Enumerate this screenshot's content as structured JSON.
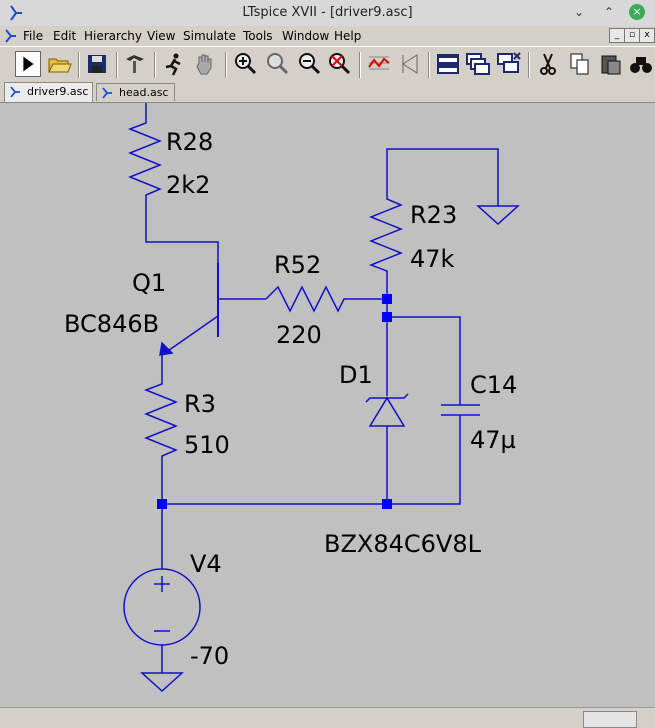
{
  "window": {
    "title": "LTspice XVII - [driver9.asc]",
    "controls": [
      "⌄",
      "⌃",
      "×"
    ]
  },
  "menu": {
    "items": [
      "File",
      "Edit",
      "Hierarchy",
      "View",
      "Simulate",
      "Tools",
      "Window",
      "Help"
    ]
  },
  "tabs": [
    {
      "label": "driver9.asc",
      "active": true
    },
    {
      "label": "head.asc",
      "active": false
    }
  ],
  "schematic": {
    "wire_color": "#1010c8",
    "junction_color": "#0000ff",
    "background": "#c0c0c0",
    "components": {
      "R28": {
        "name": "R28",
        "value": "2k2"
      },
      "Q1": {
        "name": "Q1",
        "value": "BC846B"
      },
      "R52": {
        "name": "R52",
        "value": "220"
      },
      "R23": {
        "name": "R23",
        "value": "47k"
      },
      "R3": {
        "name": "R3",
        "value": "510"
      },
      "D1": {
        "name": "D1",
        "value": "BZX84C6V8L"
      },
      "C14": {
        "name": "C14",
        "value": "47µ"
      },
      "V4": {
        "name": "V4",
        "value": "-70"
      }
    }
  }
}
